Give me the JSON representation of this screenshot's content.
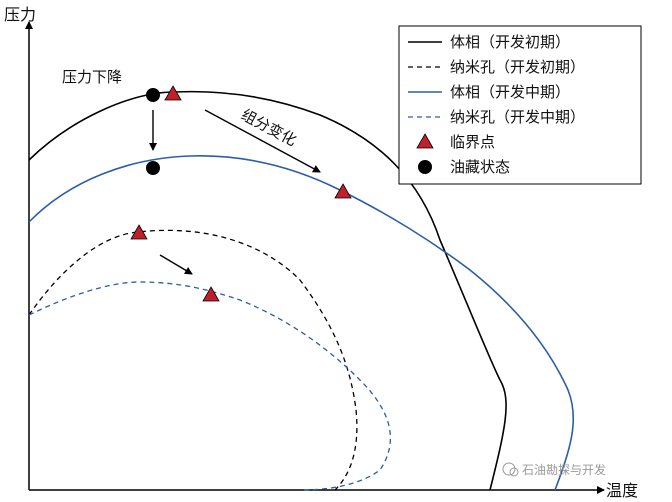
{
  "axes": {
    "y_label": "压力",
    "x_label": "温度"
  },
  "annotations": {
    "pressure_drop": "压力下降",
    "composition_change": "组分变化"
  },
  "legend": {
    "bulk_early": "体相（开发初期）",
    "nano_early": "纳米孔（开发初期）",
    "bulk_mid": "体相（开发中期）",
    "nano_mid": "纳米孔（开发中期）",
    "critical_point": "临界点",
    "reservoir_state": "油藏状态"
  },
  "colors": {
    "early": "#000000",
    "mid": "#2a5ea8",
    "critical_point": "#c0202a",
    "reservoir_state": "#000000"
  },
  "watermark": "石油勘探与开发"
}
